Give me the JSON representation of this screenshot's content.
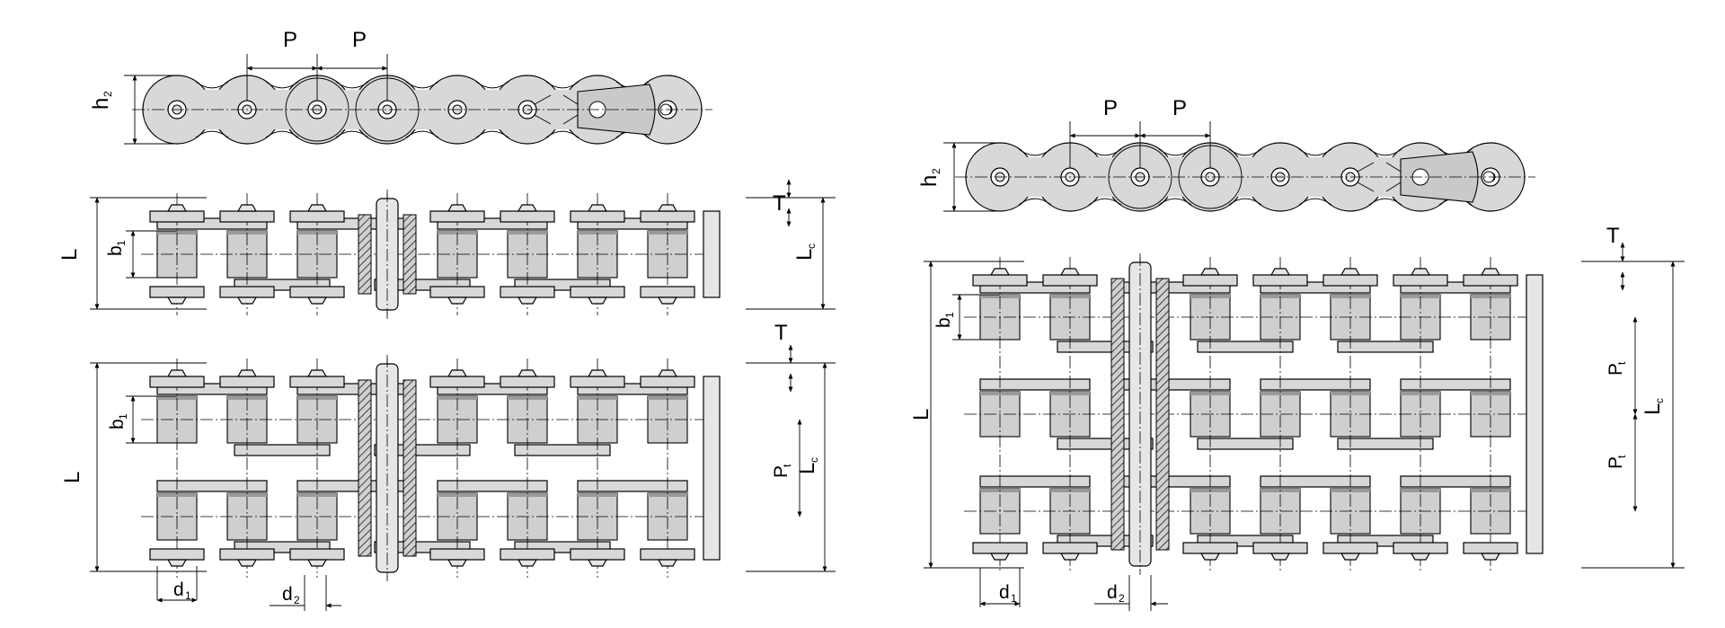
{
  "labels": {
    "pitch": "P",
    "plate_height": "h",
    "plate_height_sub": "2",
    "over_pin_length": "L",
    "connecting_pin_length": "L",
    "connecting_pin_length_sub": "c",
    "inner_width": "b",
    "inner_width_sub": "1",
    "transverse_pitch": "P",
    "transverse_pitch_sub": "t",
    "thickness": "T",
    "roller_diameter": "d",
    "roller_diameter_sub": "1",
    "pin_diameter": "d",
    "pin_diameter_sub": "2"
  },
  "views": [
    "simplex-side-view",
    "simplex-top-view",
    "duplex-top-view",
    "triplex-side-view",
    "triplex-top-view"
  ]
}
